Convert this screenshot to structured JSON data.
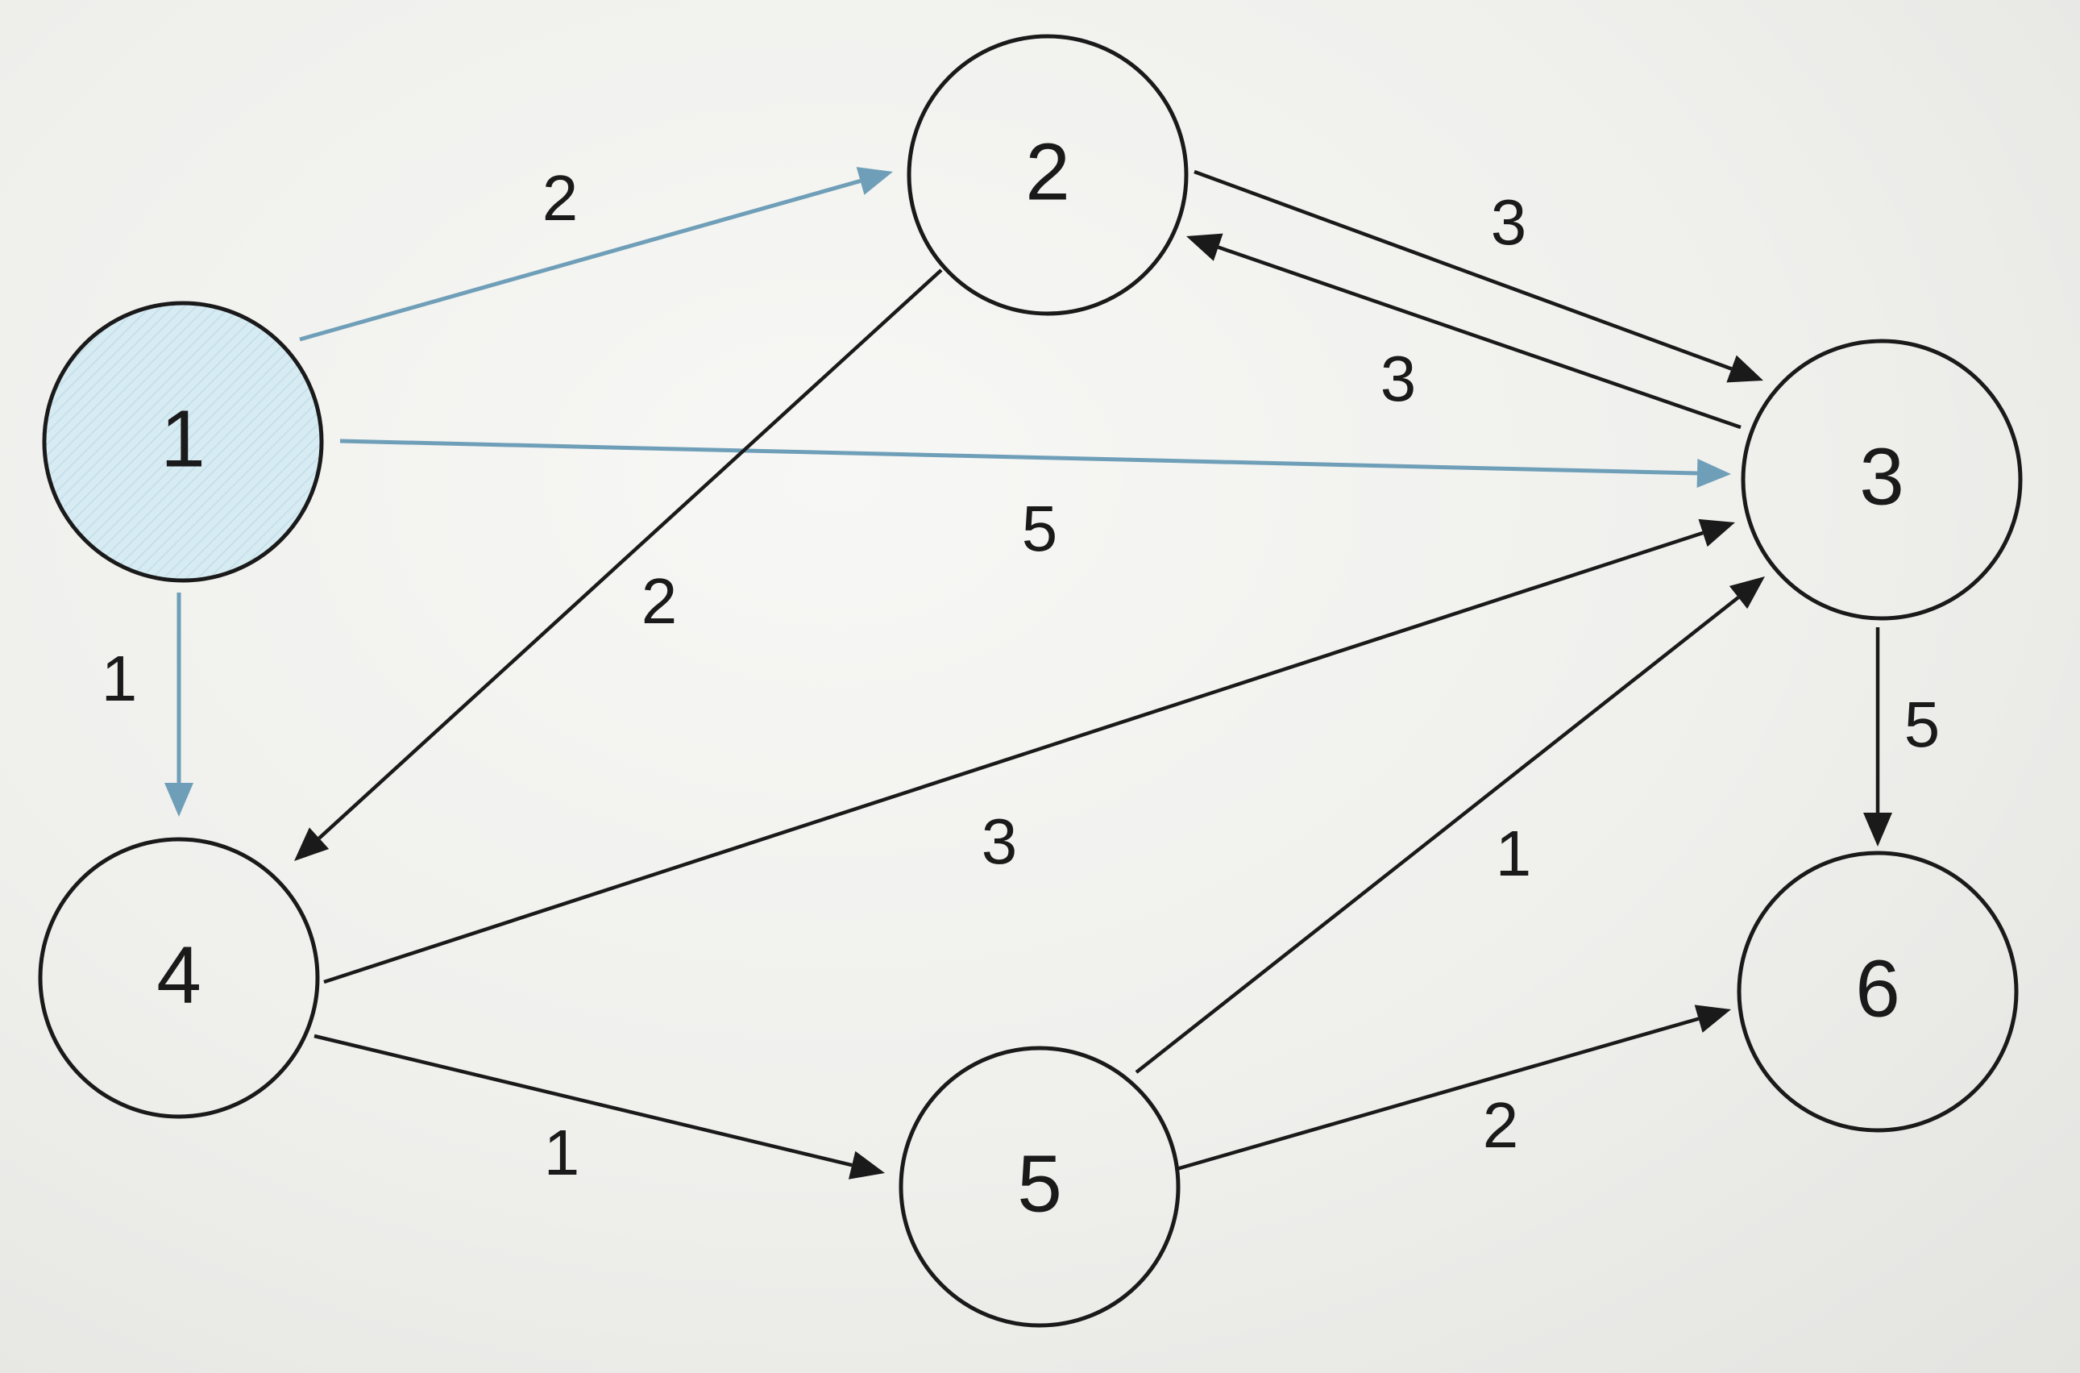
{
  "graph": {
    "colors": {
      "edge_default": "#1a1a1a",
      "edge_highlight": "#6f9fb8",
      "node_highlight_fill": "#d6ebf2",
      "node_stroke": "#1a1a1a"
    },
    "nodes": [
      {
        "id": "1",
        "label": "1",
        "highlighted": true
      },
      {
        "id": "2",
        "label": "2",
        "highlighted": false
      },
      {
        "id": "3",
        "label": "3",
        "highlighted": false
      },
      {
        "id": "4",
        "label": "4",
        "highlighted": false
      },
      {
        "id": "5",
        "label": "5",
        "highlighted": false
      },
      {
        "id": "6",
        "label": "6",
        "highlighted": false
      }
    ],
    "edges": [
      {
        "from": "1",
        "to": "2",
        "weight": "2",
        "highlighted": true
      },
      {
        "from": "1",
        "to": "3",
        "weight": "5",
        "highlighted": true
      },
      {
        "from": "1",
        "to": "4",
        "weight": "1",
        "highlighted": true
      },
      {
        "from": "2",
        "to": "3",
        "weight": "3",
        "highlighted": false
      },
      {
        "from": "3",
        "to": "2",
        "weight": "3",
        "highlighted": false
      },
      {
        "from": "2",
        "to": "4",
        "weight": "2",
        "highlighted": false
      },
      {
        "from": "4",
        "to": "3",
        "weight": "3",
        "highlighted": false
      },
      {
        "from": "4",
        "to": "5",
        "weight": "1",
        "highlighted": false
      },
      {
        "from": "5",
        "to": "3",
        "weight": "1",
        "highlighted": false
      },
      {
        "from": "5",
        "to": "6",
        "weight": "2",
        "highlighted": false
      },
      {
        "from": "3",
        "to": "6",
        "weight": "5",
        "highlighted": false
      }
    ]
  }
}
